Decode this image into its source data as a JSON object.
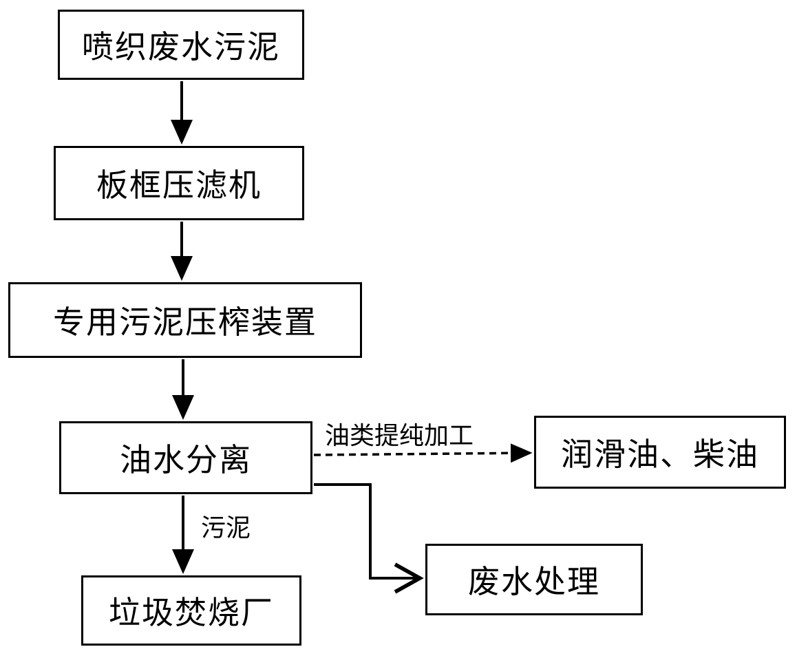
{
  "nodes": {
    "source": "喷织废水污泥",
    "filter_press": "板框压滤机",
    "squeeze_device": "专用污泥压榨装置",
    "oil_water_separation": "油水分离",
    "lubricant_diesel": "润滑油、柴油",
    "incineration_plant": "垃圾焚烧厂",
    "wastewater_treatment": "废水处理"
  },
  "edge_labels": {
    "oil_refining": "油类提纯加工",
    "sludge": "污泥"
  },
  "colors": {
    "stroke": "#000000",
    "background": "#ffffff"
  }
}
